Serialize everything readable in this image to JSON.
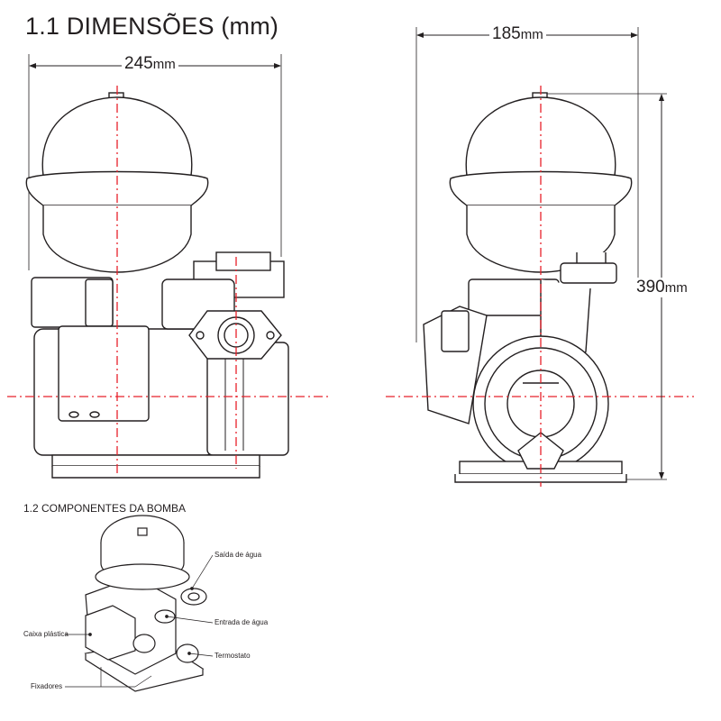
{
  "section1": {
    "title": "1.1 DIMENSÕES (mm)"
  },
  "dimensions": {
    "front_width": {
      "value": "245",
      "unit": "mm"
    },
    "side_width": {
      "value": "185",
      "unit": "mm"
    },
    "side_height": {
      "value": "390",
      "unit": "mm"
    }
  },
  "section2": {
    "title": "1.2 COMPONENTES DA BOMBA"
  },
  "components": {
    "water_outlet": "Saída de água",
    "water_inlet": "Entrada de água",
    "plastic_box": "Caixa plástica",
    "thermostat": "Termostato",
    "fasteners": "Fixadores"
  },
  "colors": {
    "line": "#231f20",
    "centerline": "#e8202a"
  }
}
